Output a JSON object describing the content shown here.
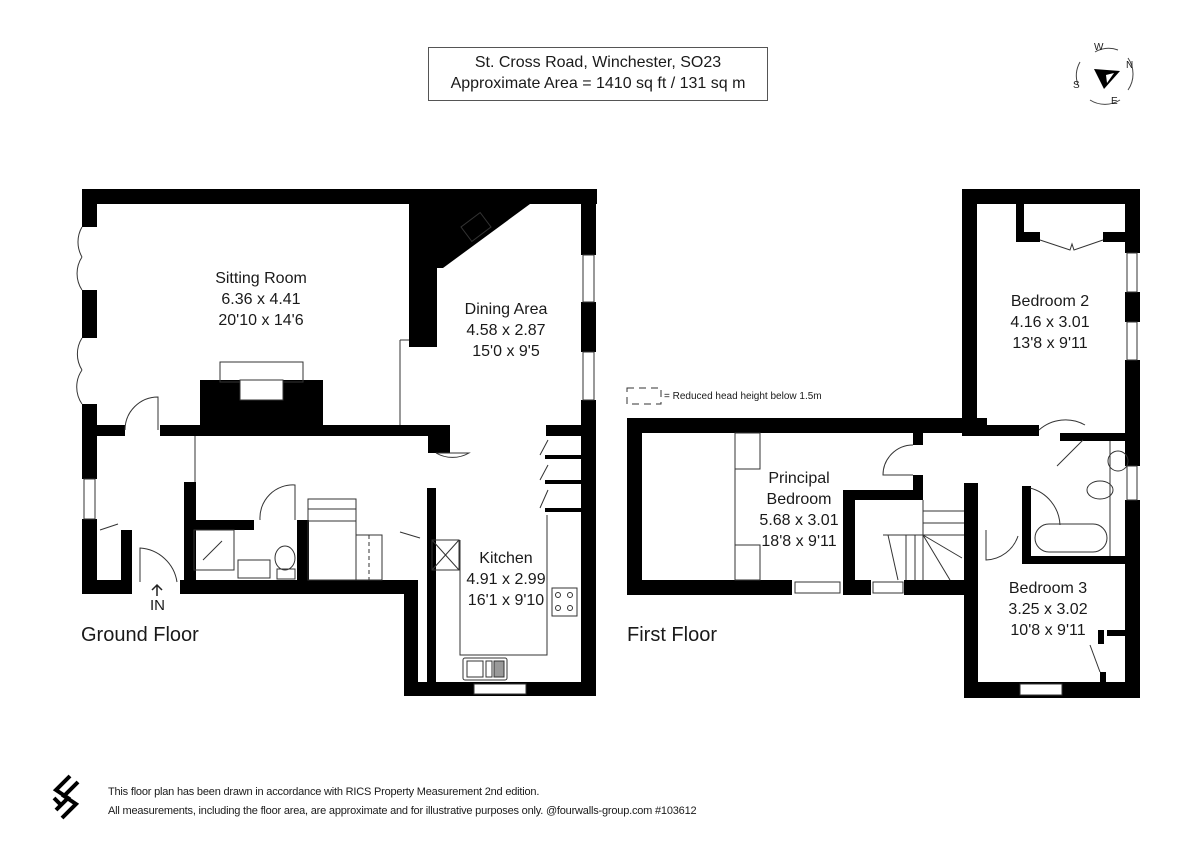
{
  "header": {
    "address": "St. Cross Road, Winchester, SO23",
    "area": "Approximate Area = 1410 sq ft / 131 sq m"
  },
  "compass": {
    "icon": "compass-arrow-icon",
    "north": "N",
    "south": "S",
    "east": "E",
    "west": "W"
  },
  "legend": {
    "icon": "dashed-box-icon",
    "text": "= Reduced head height below 1.5m"
  },
  "floors": {
    "ground": {
      "label": "Ground Floor",
      "entrance": "IN",
      "rooms": [
        {
          "name": "Sitting Room",
          "metric": "6.36 x 4.41",
          "imperial": "20'10 x 14'6"
        },
        {
          "name": "Dining Area",
          "metric": "4.58 x 2.87",
          "imperial": "15'0 x 9'5"
        },
        {
          "name": "Kitchen",
          "metric": "4.91 x 2.99",
          "imperial": "16'1 x 9'10"
        }
      ]
    },
    "first": {
      "label": "First Floor",
      "rooms": [
        {
          "name": "Principal",
          "name2": "Bedroom",
          "metric": "5.68 x 3.01",
          "imperial": "18'8 x 9'11"
        },
        {
          "name": "Bedroom 2",
          "metric": "4.16 x 3.01",
          "imperial": "13'8 x 9'11"
        },
        {
          "name": "Bedroom 3",
          "metric": "3.25 x 3.02",
          "imperial": "10'8 x 9'11"
        }
      ]
    }
  },
  "footer": {
    "logo": "fourwalls-logo-icon",
    "line1": "This floor plan has been drawn in accordance with RICS Property Measurement 2nd edition.",
    "line2": "All measurements, including the floor area, are approximate and for illustrative purposes only. @fourwalls-group.com #103612"
  },
  "colors": {
    "wall": "#000000",
    "line": "#333333",
    "background": "#ffffff"
  }
}
